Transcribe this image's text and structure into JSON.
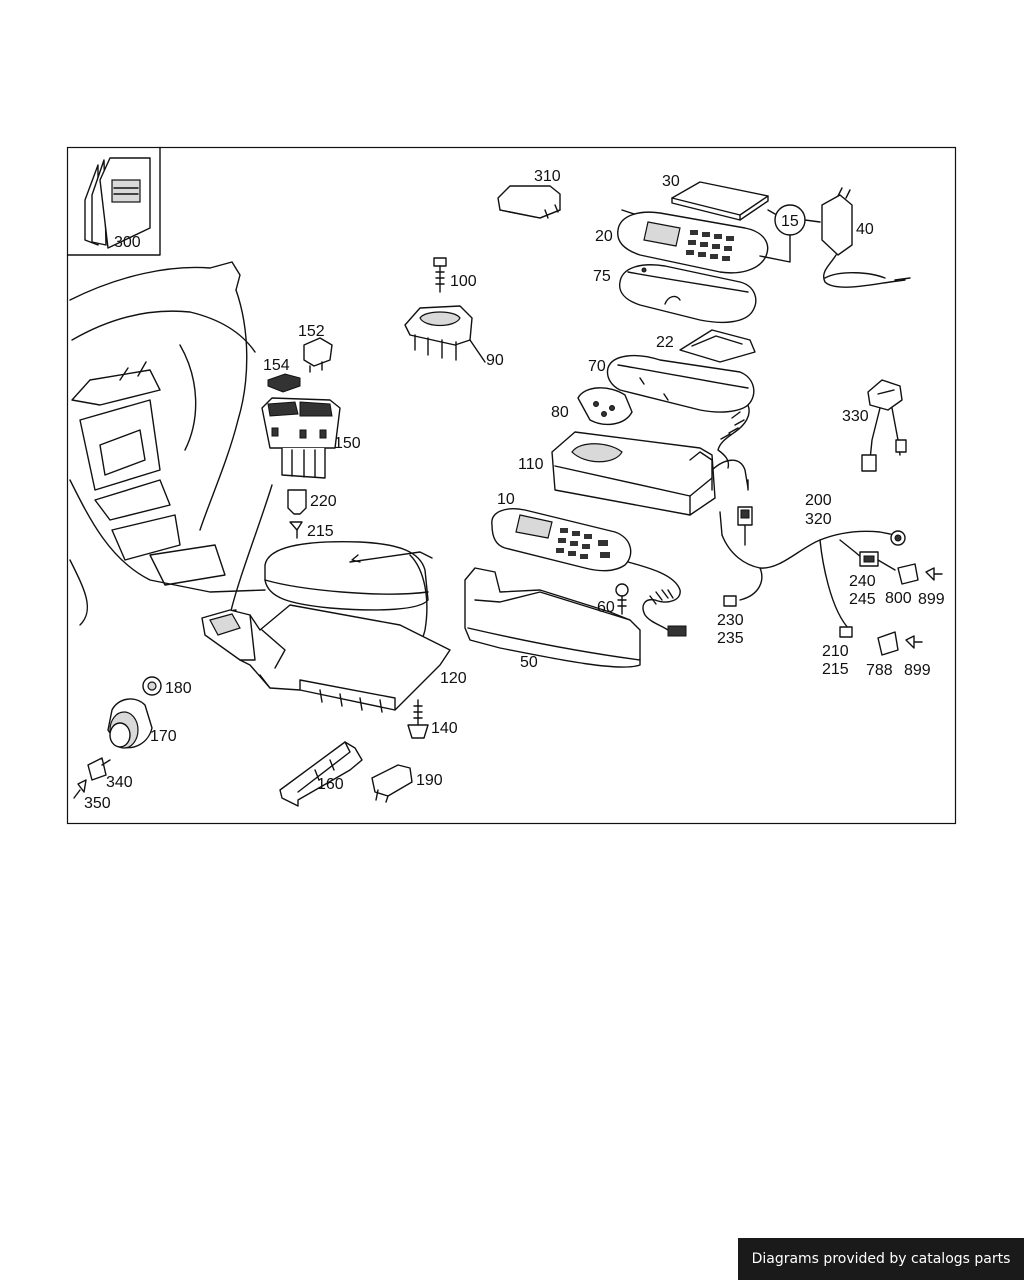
{
  "callouts": {
    "c300": "300",
    "c310": "310",
    "c30": "30",
    "c20": "20",
    "c15": "15",
    "c40": "40",
    "c100": "100",
    "c90": "90",
    "c75": "75",
    "c152": "152",
    "c154": "154",
    "c150": "150",
    "c22": "22",
    "c70": "70",
    "c80": "80",
    "c330": "330",
    "c110": "110",
    "c220": "220",
    "c215a": "215",
    "c10": "10",
    "c200": "200",
    "c320": "320",
    "c240": "240",
    "c245": "245",
    "c800": "800",
    "c899a": "899",
    "c60": "60",
    "c230": "230",
    "c235": "235",
    "c50": "50",
    "c210": "210",
    "c215b": "215",
    "c788": "788",
    "c899b": "899",
    "c120": "120",
    "c180": "180",
    "c170": "170",
    "c140": "140",
    "c340": "340",
    "c350": "350",
    "c160": "160",
    "c190": "190"
  },
  "footer": {
    "credit": "Diagrams provided by catalogs parts"
  }
}
